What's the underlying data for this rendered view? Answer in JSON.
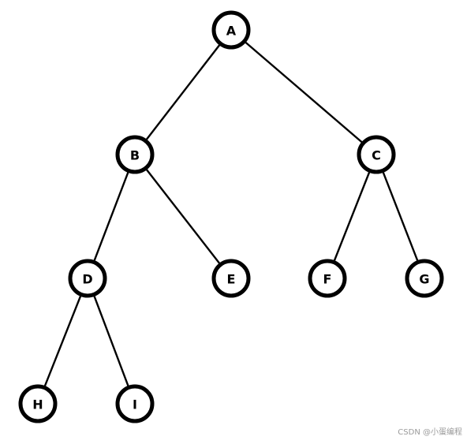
{
  "diagram": {
    "nodes": [
      {
        "id": "A",
        "label": "A"
      },
      {
        "id": "B",
        "label": "B"
      },
      {
        "id": "C",
        "label": "C"
      },
      {
        "id": "D",
        "label": "D"
      },
      {
        "id": "E",
        "label": "E"
      },
      {
        "id": "F",
        "label": "F"
      },
      {
        "id": "G",
        "label": "G"
      },
      {
        "id": "H",
        "label": "H"
      },
      {
        "id": "I",
        "label": "I"
      }
    ],
    "edges": [
      {
        "from": "A",
        "to": "B"
      },
      {
        "from": "A",
        "to": "C"
      },
      {
        "from": "B",
        "to": "D"
      },
      {
        "from": "B",
        "to": "E"
      },
      {
        "from": "C",
        "to": "F"
      },
      {
        "from": "C",
        "to": "G"
      },
      {
        "from": "D",
        "to": "H"
      },
      {
        "from": "D",
        "to": "I"
      }
    ],
    "colors": {
      "stroke": "#000000",
      "fill": "#ffffff",
      "background": "#ffffff"
    }
  },
  "watermark": "CSDN @小蛋编程"
}
